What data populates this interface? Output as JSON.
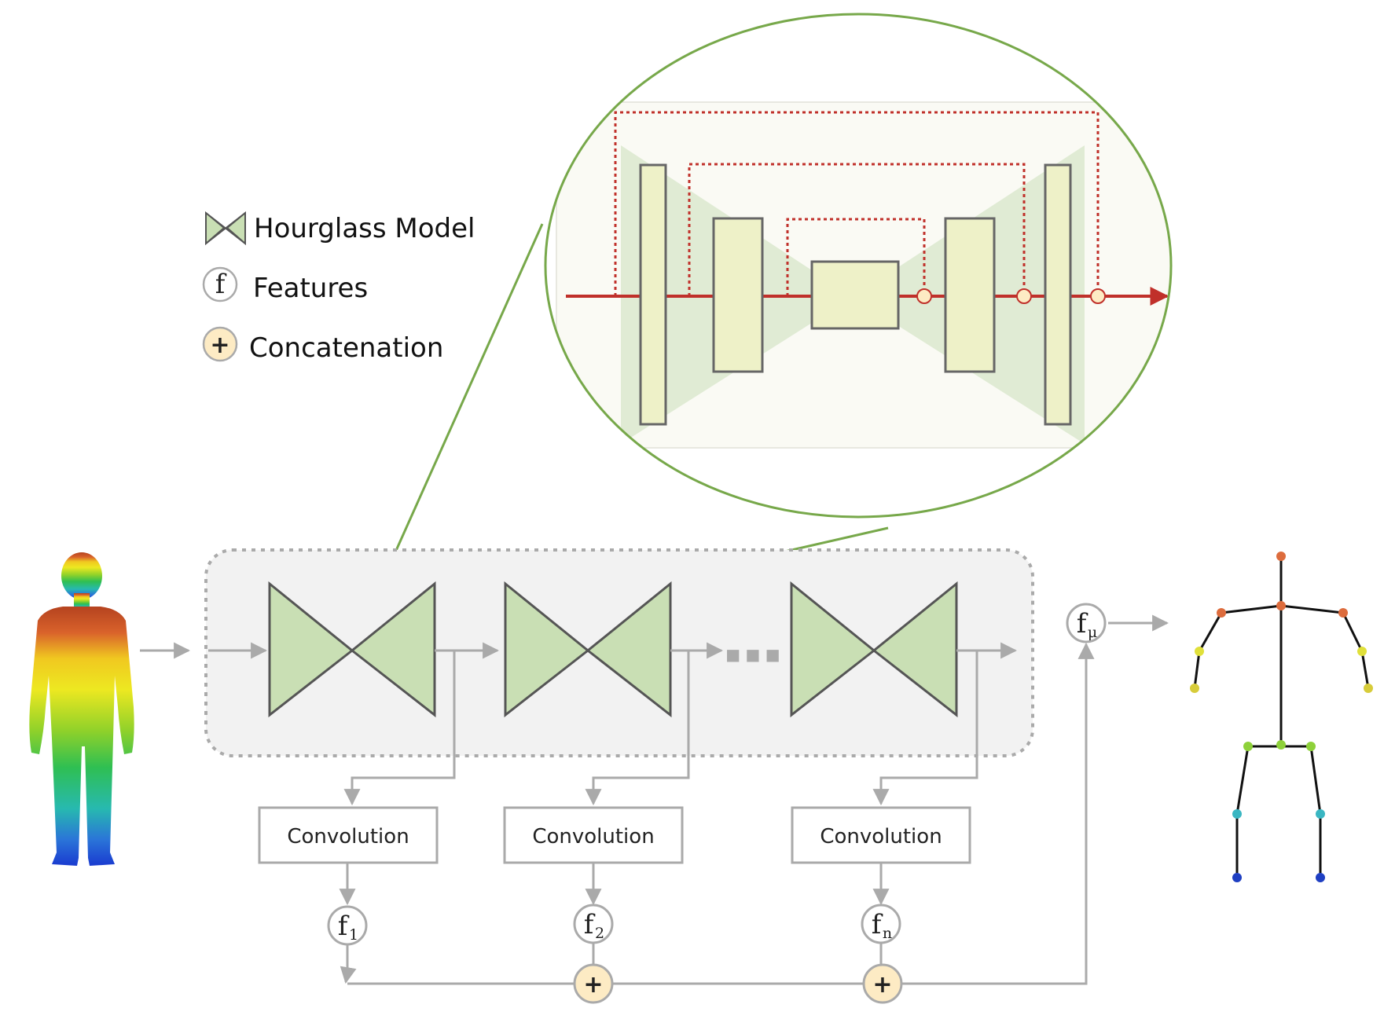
{
  "legend": {
    "hourglass_label": "Hourglass Model",
    "features_symbol": "f",
    "features_label": "Features",
    "concat_symbol": "+",
    "concat_label": "Concatenation"
  },
  "convolution_blocks": [
    {
      "label": "Convolution"
    },
    {
      "label": "Convolution"
    },
    {
      "label": "Convolution"
    }
  ],
  "features": [
    {
      "symbol": "f",
      "subscript": "1"
    },
    {
      "symbol": "f",
      "subscript": "2"
    },
    {
      "symbol": "f",
      "subscript": "n"
    }
  ],
  "fused_feature": {
    "symbol": "f",
    "subscript": "μ"
  },
  "concat_nodes": [
    {
      "symbol": "+"
    },
    {
      "symbol": "+"
    }
  ],
  "ellipsis": "■ ■ ■",
  "colors": {
    "hourglass_fill": "#c9dfb4",
    "hourglass_stroke": "#555555",
    "zoom_line": "#77a84a",
    "arrow": "#aaaaaa",
    "concat_fill": "#fdebc4",
    "skip_connection": "#c0302a",
    "block_fill": "#eef1c8",
    "stack_bg": "#f2f2f2"
  },
  "icons": {
    "person": "heatmap-person-icon",
    "skeleton": "pose-skeleton-icon"
  }
}
